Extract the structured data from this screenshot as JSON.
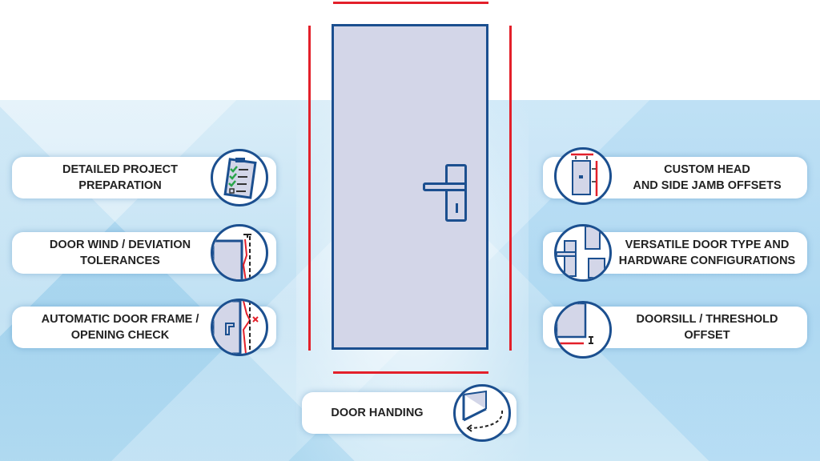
{
  "features_left": [
    {
      "label_1": "DETAILED PROJECT",
      "label_2": "PREPARATION",
      "icon": "clipboard-checklist-icon"
    },
    {
      "label_1": "DOOR WIND / DEVIATION",
      "label_2": "TOLERANCES",
      "icon": "deviation-tolerance-icon"
    },
    {
      "label_1": "AUTOMATIC DOOR FRAME /",
      "label_2": "OPENING CHECK",
      "icon": "frame-check-icon"
    }
  ],
  "features_right": [
    {
      "label_1": "CUSTOM HEAD",
      "label_2": "AND SIDE JAMB OFFSETS",
      "icon": "jamb-offset-icon"
    },
    {
      "label_1": "VERSATILE DOOR TYPE AND",
      "label_2": "HARDWARE CONFIGURATIONS",
      "icon": "hardware-icon"
    },
    {
      "label_1": "DOORSILL / THRESHOLD",
      "label_2": "OFFSET",
      "icon": "threshold-icon"
    }
  ],
  "feature_bottom": {
    "label": "DOOR HANDING",
    "icon": "door-swing-icon"
  },
  "colors": {
    "accent_blue": "#1b4f8f",
    "accent_red": "#e3202a",
    "door_fill": "#d3d6e8"
  }
}
